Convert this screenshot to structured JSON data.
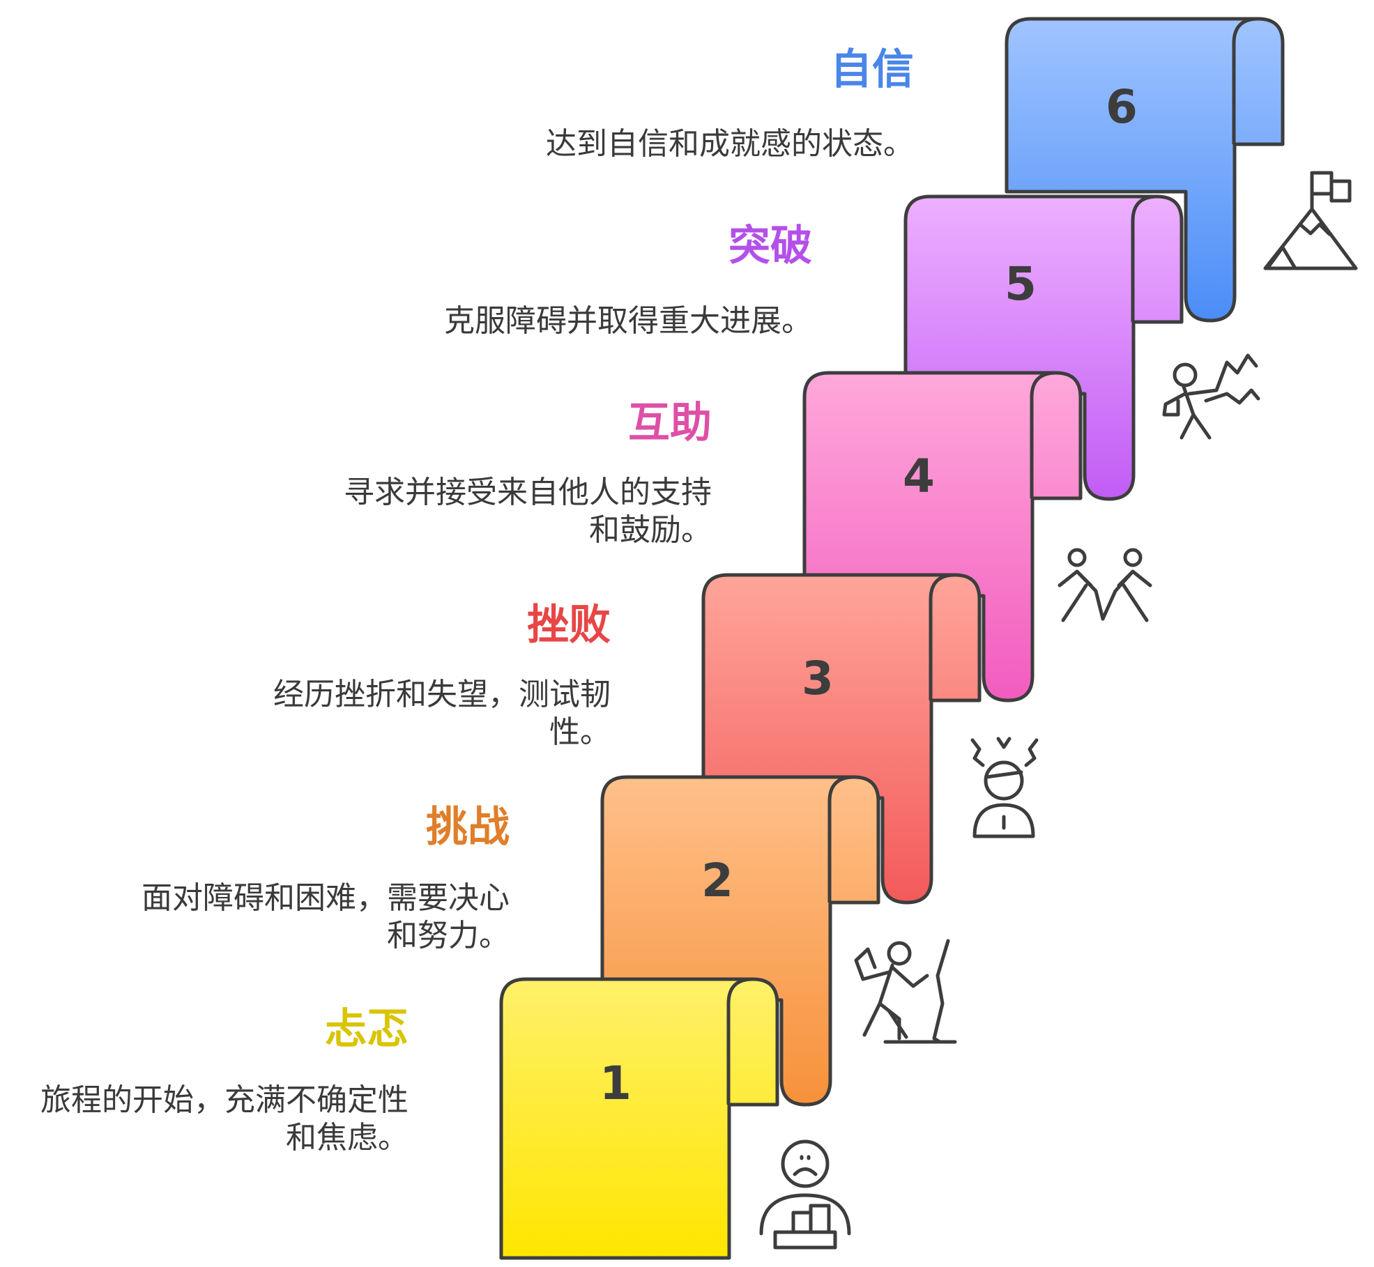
{
  "steps": [
    {
      "number": "1",
      "title": "忐忑",
      "description": "旅程的开始，充满不确定性和焦虑。",
      "title_color": "#D9C400",
      "gradient": [
        "#FFF06A",
        "#FFE600"
      ],
      "icon": "anxious-person-at-desk-icon"
    },
    {
      "number": "2",
      "title": "挑战",
      "description": "面对障碍和困难，需要决心和努力。",
      "title_color": "#E07E2A",
      "gradient": [
        "#FFC08A",
        "#F7913A"
      ],
      "icon": "climber-icon"
    },
    {
      "number": "3",
      "title": "挫败",
      "description": "经历挫折和失望，测试韧性。",
      "title_color": "#E84646",
      "gradient": [
        "#FFA59A",
        "#F35A5A"
      ],
      "icon": "frustrated-person-icon"
    },
    {
      "number": "4",
      "title": "互助",
      "description": "寻求并接受来自他人的支持和鼓励。",
      "title_color": "#DE4FA6",
      "gradient": [
        "#FFA8DA",
        "#F25CBF"
      ],
      "icon": "helping-people-icon"
    },
    {
      "number": "5",
      "title": "突破",
      "description": "克服障碍并取得重大进展。",
      "title_color": "#B350EA",
      "gradient": [
        "#EDB0FF",
        "#C25CF5"
      ],
      "icon": "breakthrough-person-icon"
    },
    {
      "number": "6",
      "title": "自信",
      "description": "达到自信和成就感的状态。",
      "title_color": "#4A86E8",
      "gradient": [
        "#A0C4FF",
        "#4A8DF7"
      ],
      "icon": "mountain-flag-icon"
    }
  ],
  "colors": {
    "outline": "#3d3d3d",
    "text": "#3a3a3a",
    "icon": "#3d3d3d"
  }
}
